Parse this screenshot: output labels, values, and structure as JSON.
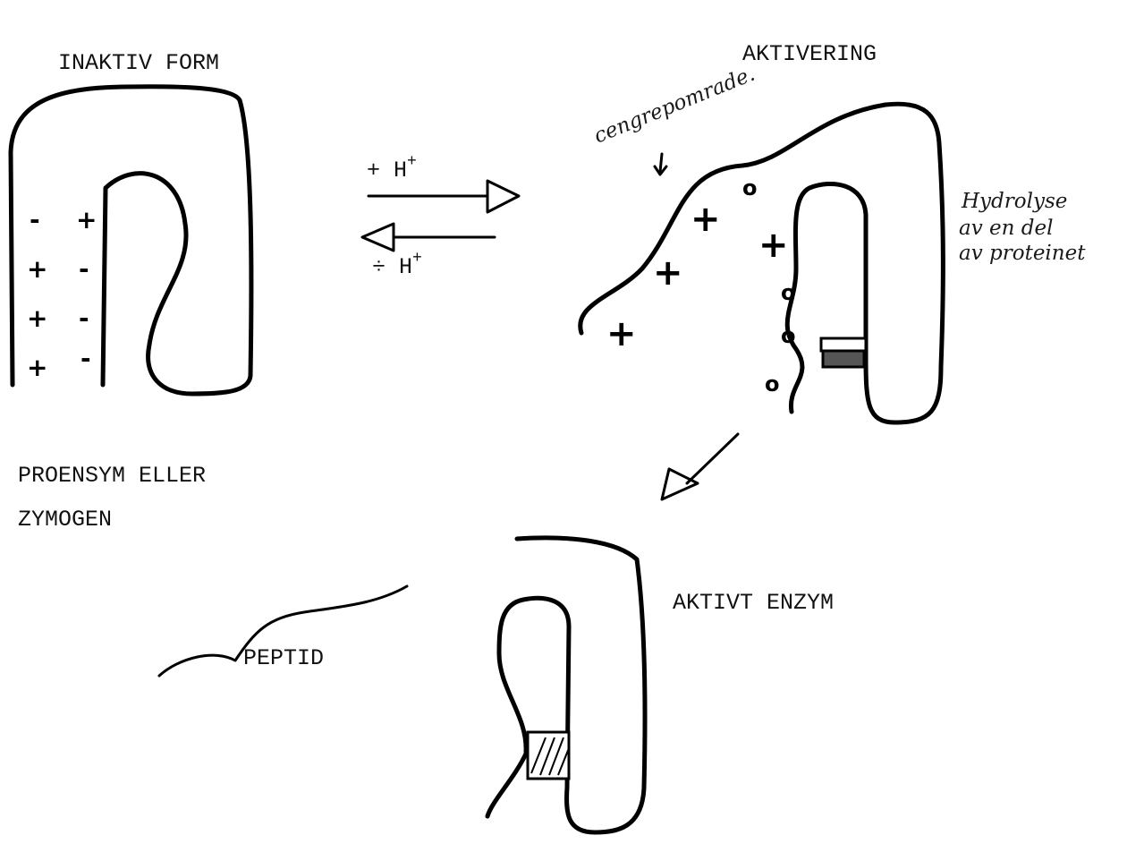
{
  "labels": {
    "inactive_form": "INAKTIV FORM",
    "activation": "AKTIVERING",
    "proenzyme": "PROENSYM ELLER",
    "zymogen": "ZYMOGEN",
    "active_enzyme": "AKTIVT ENZYM",
    "peptide": "PEPTID"
  },
  "reaction": {
    "forward_sign": "+ H",
    "reverse_sign": "÷ H",
    "superscript": "+"
  },
  "handwritten": {
    "top_note": "cengrepomrade.",
    "right_line1": "Hydrolyse",
    "right_line2": "av en del",
    "right_line3": "av proteinet"
  },
  "charges": {
    "plus": "+",
    "minus": "-",
    "ring": "o"
  }
}
